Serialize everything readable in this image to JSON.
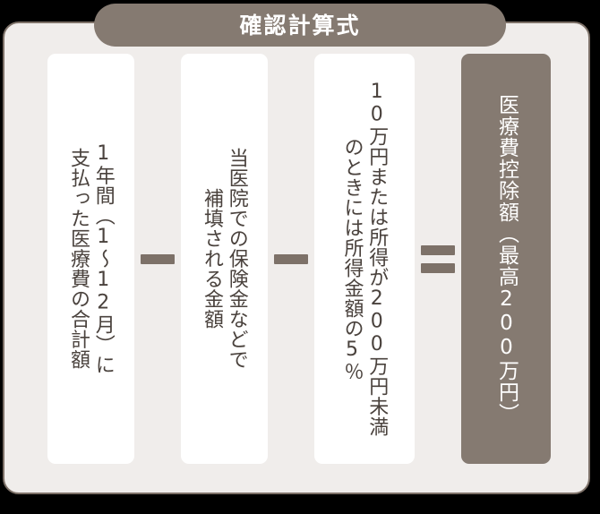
{
  "title": {
    "label": "確認計算式"
  },
  "colors": {
    "page_background": "#000000",
    "panel_background": "#f0edeb",
    "panel_border": "#7d7168",
    "accent_brown": "#857a71",
    "operator_brown": "#7d7168",
    "box_background": "#ffffff",
    "text_dark": "#4a423d",
    "text_light": "#ffffff"
  },
  "formula": {
    "terms": [
      {
        "id": "total-medical-expenses",
        "text": "1年間（1〜12月）に\n支払った医療費の合計額",
        "style": "light"
      },
      {
        "id": "reimbursed-amount",
        "text": "当医院での保険金などで\n補填される金額",
        "style": "light"
      },
      {
        "id": "threshold-amount",
        "text": "10万円または所得が200万円未満\nのときには所得金額の5％",
        "style": "light"
      },
      {
        "id": "deduction-result",
        "text": "医療費控除額（最高200万円）",
        "style": "dark"
      }
    ],
    "operators": [
      {
        "id": "minus-1",
        "symbol": "−",
        "bars": 1
      },
      {
        "id": "minus-2",
        "symbol": "−",
        "bars": 1
      },
      {
        "id": "equals",
        "symbol": "=",
        "bars": 2
      }
    ]
  }
}
